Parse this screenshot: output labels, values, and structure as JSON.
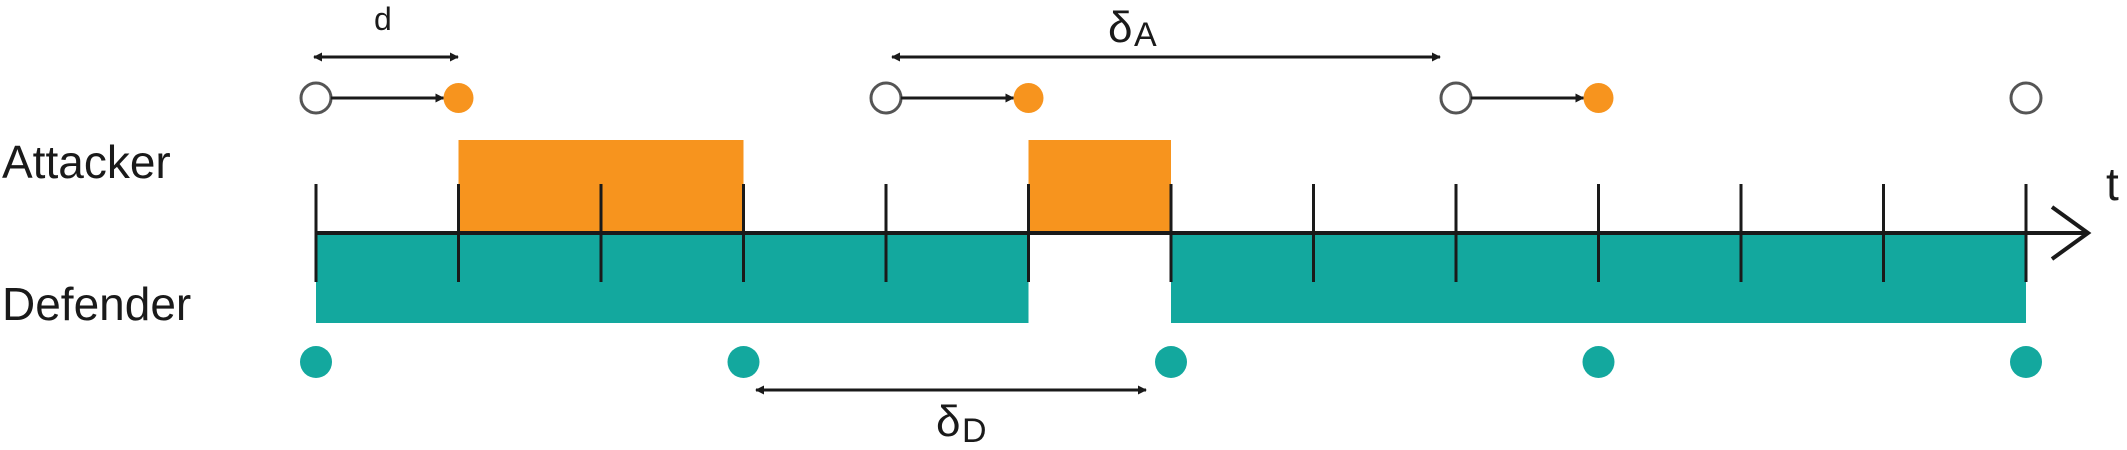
{
  "labels": {
    "attacker": "Attacker",
    "defender": "Defender",
    "time_axis": "t",
    "d": "d",
    "delta_a_symbol": "δ",
    "delta_a_sub": "A",
    "delta_d_symbol": "δ",
    "delta_d_sub": "D"
  },
  "colors": {
    "attacker": "#F7941E",
    "defender": "#13A89E",
    "line": "#1a1a1a",
    "hollow_stroke": "#555555"
  },
  "timeline": {
    "tick_count": 13,
    "attacker_moves": [
      0,
      4,
      8,
      12
    ],
    "attacker_delay_ticks": 1,
    "attacker_control_intervals": [
      [
        1,
        3
      ],
      [
        5,
        6
      ]
    ],
    "defender_moves": [
      0,
      3,
      6,
      9,
      12
    ],
    "defender_control_intervals": [
      [
        0,
        5
      ],
      [
        6,
        12
      ]
    ]
  }
}
